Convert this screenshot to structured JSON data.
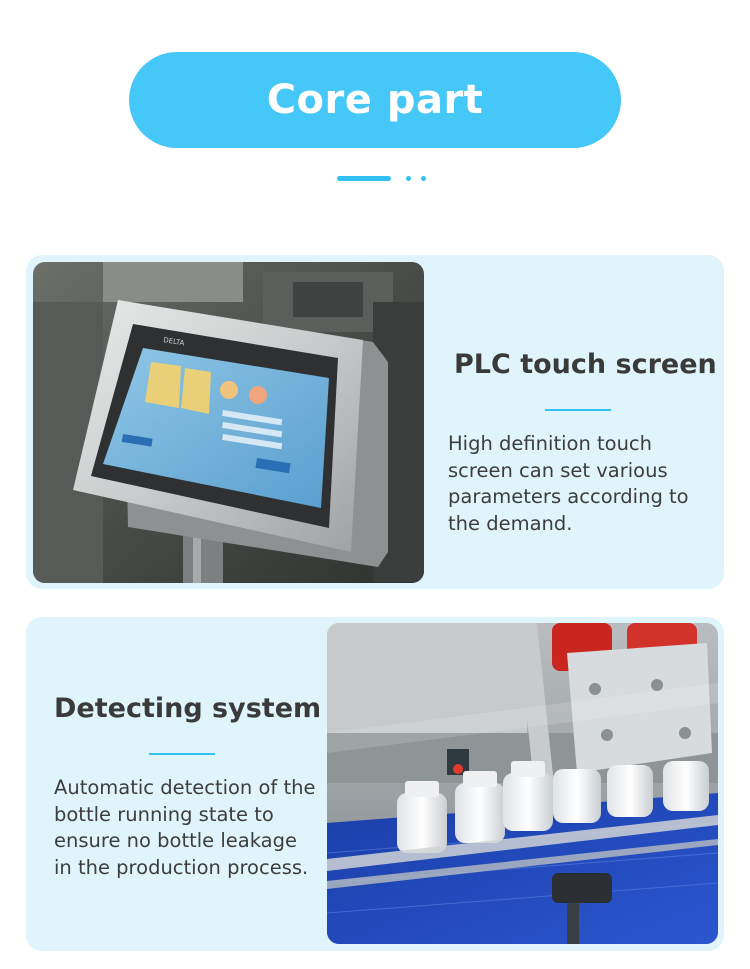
{
  "header": {
    "title": "Core part",
    "accent_color": "#45c7f7"
  },
  "sections": [
    {
      "title": "PLC touch screen",
      "description": "High definition touch screen can set various parameters according to the demand.",
      "image": "plc-touch-screen-photo",
      "screen_label": "DELTA"
    },
    {
      "title": "Detecting system",
      "description": "Automatic detection of the bottle running state to ensure no bottle leakage in the production process.",
      "image": "bottle-detecting-system-photo"
    }
  ],
  "colors": {
    "card_background": "#e0f5fb",
    "rule": "#33c2f1",
    "title_text": "#3a3a3a"
  }
}
